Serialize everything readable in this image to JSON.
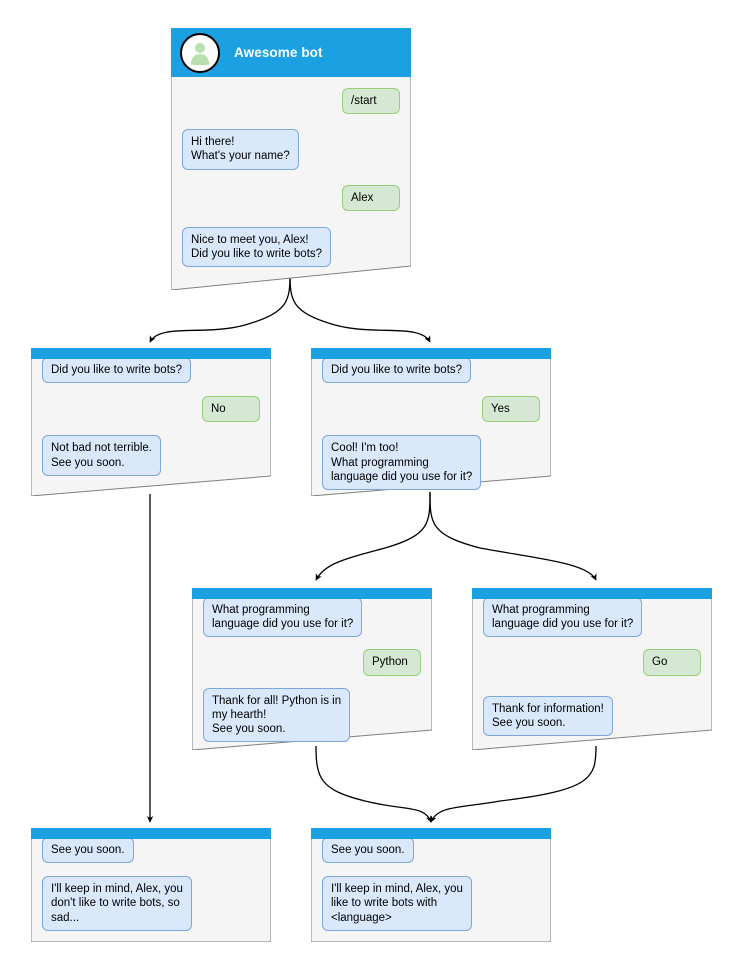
{
  "diagram": {
    "title": "Awesome bot conversation flow",
    "colors": {
      "header_blue": "#1ba1e2",
      "card_bg": "#f5f5f5",
      "card_border": "#808080",
      "bot_bubble_fill": "#dae8fc",
      "bot_bubble_stroke": "#7ea6e0",
      "user_bubble_fill": "#d5e8d4",
      "user_bubble_stroke": "#97d077",
      "edge": "#000000",
      "avatar_person": "#b9e0b0"
    }
  },
  "cards": {
    "root": {
      "id": "root",
      "header_title": "Awesome bot",
      "avatar_icon": "person-avatar-icon",
      "messages": [
        {
          "from": "user",
          "text": "/start"
        },
        {
          "from": "bot",
          "text": "Hi there!\nWhat's your name?"
        },
        {
          "from": "user",
          "text": "Alex"
        },
        {
          "from": "bot",
          "text": "Nice to meet you, Alex!\nDid you like to write bots?"
        }
      ]
    },
    "no_branch": {
      "id": "no-branch",
      "messages": [
        {
          "from": "bot",
          "text": "Did you like to write bots?"
        },
        {
          "from": "user",
          "text": "No"
        },
        {
          "from": "bot",
          "text": "Not bad not terrible.\nSee you soon."
        }
      ]
    },
    "yes_branch": {
      "id": "yes-branch",
      "messages": [
        {
          "from": "bot",
          "text": "Did you like to write bots?"
        },
        {
          "from": "user",
          "text": "Yes"
        },
        {
          "from": "bot",
          "text": "Cool! I'm too!\nWhat programming\nlanguage did you use for it?"
        }
      ]
    },
    "python_branch": {
      "id": "python-branch",
      "messages": [
        {
          "from": "bot",
          "text": "What programming\nlanguage did you use for it?"
        },
        {
          "from": "user",
          "text": "Python"
        },
        {
          "from": "bot",
          "text": "Thank for all! Python is in\nmy hearth!\nSee you soon."
        }
      ]
    },
    "go_branch": {
      "id": "go-branch",
      "messages": [
        {
          "from": "bot",
          "text": "What programming\nlanguage did you use for it?"
        },
        {
          "from": "user",
          "text": "Go"
        },
        {
          "from": "bot",
          "text": "Thank for information!\nSee you soon."
        }
      ]
    },
    "end_no": {
      "id": "end-no",
      "messages": [
        {
          "from": "bot",
          "text": "See you soon."
        },
        {
          "from": "bot",
          "text": "I'll keep in mind, Alex, you\ndon't like to write bots, so\nsad..."
        }
      ]
    },
    "end_yes": {
      "id": "end-yes",
      "messages": [
        {
          "from": "bot",
          "text": "See you soon."
        },
        {
          "from": "bot",
          "text": "I'll keep in mind, Alex, you\nlike to write bots with\n<language>"
        }
      ]
    }
  }
}
